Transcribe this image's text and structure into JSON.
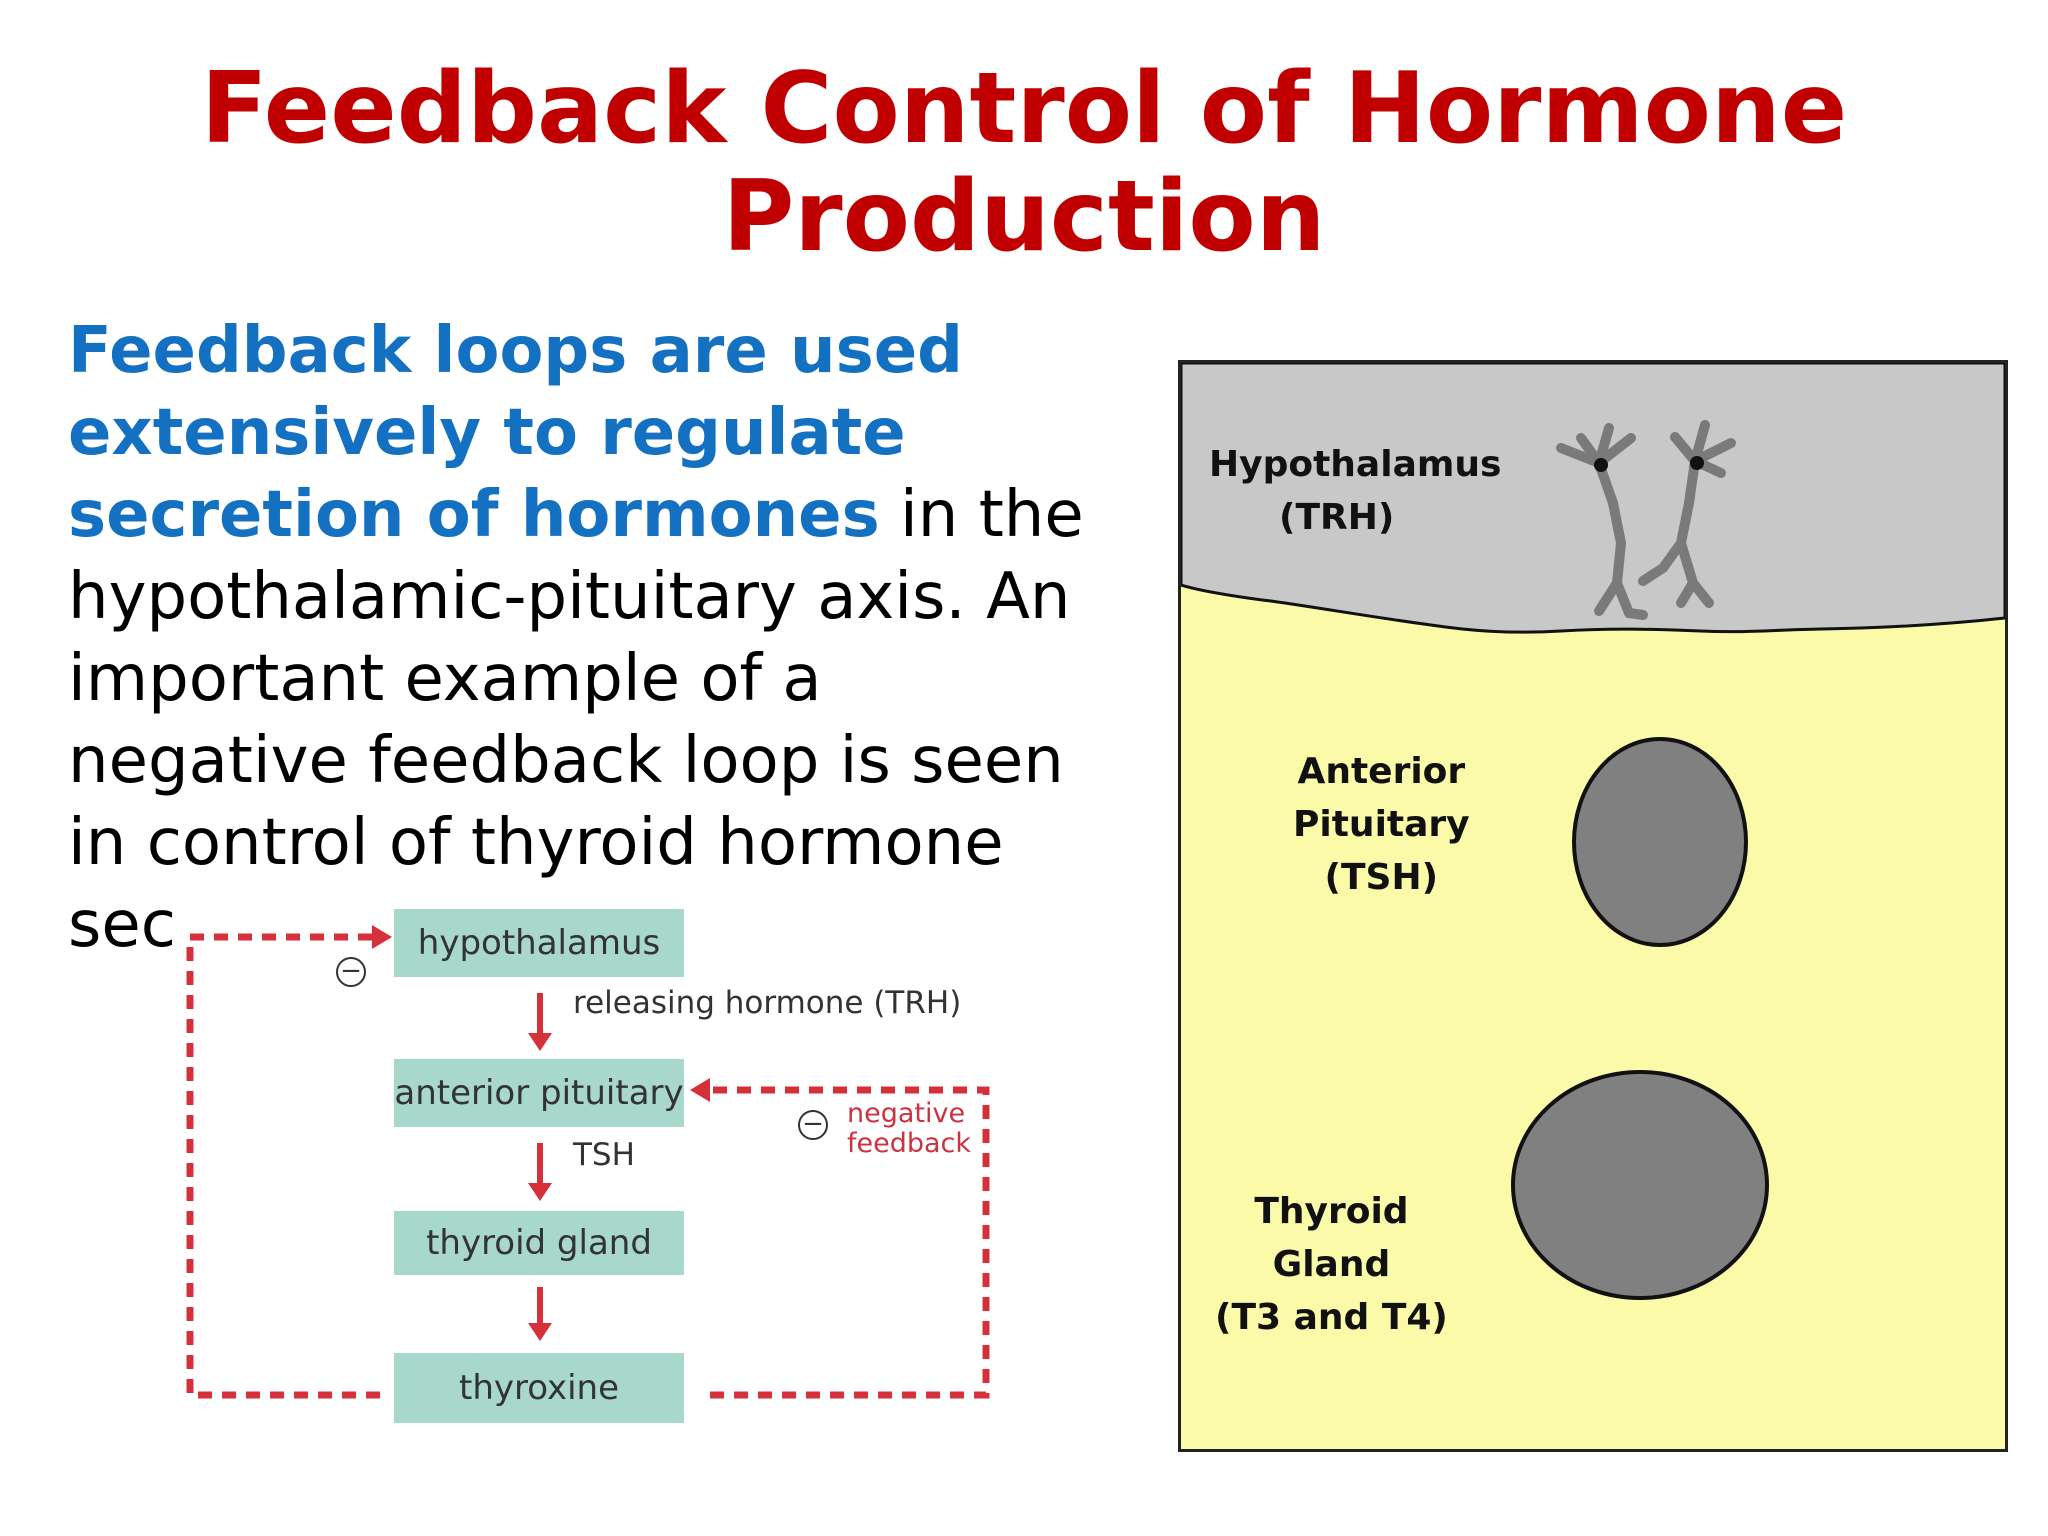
{
  "title": {
    "line1": "Feedback Control of Hormone",
    "line2": "Production"
  },
  "body": {
    "highlight": "Feedback loops are used extensively to regulate secretion of hormones",
    "rest": " in the hypothalamic-pituitary axis. An important example of a negative feedback loop is seen in control of thyroid hormone secretion."
  },
  "flow_diagram": {
    "boxes": {
      "hypothalamus": "hypothalamus",
      "anterior_pituitary": "anterior pituitary",
      "thyroid_gland": "thyroid gland",
      "thyroxine": "thyroxine"
    },
    "arrows": {
      "trh": "releasing hormone (TRH)",
      "tsh": "TSH"
    },
    "negative_feedback": {
      "line1": "negative",
      "line2": "feedback",
      "minus": "−"
    },
    "colors": {
      "box_fill": "#a8d8cc",
      "arrow": "#d6303a",
      "feedback_line": "#d6303a"
    }
  },
  "animation_panel": {
    "hypothalamus": {
      "line1": "Hypothalamus",
      "line2": "(TRH)"
    },
    "anterior_pituitary": {
      "line1": "Anterior",
      "line2": "Pituitary",
      "line3": "(TSH)"
    },
    "thyroid": {
      "line1": "Thyroid",
      "line2": "Gland",
      "line3": "(T3 and T4)"
    },
    "colors": {
      "top_region": "#c8c8c8",
      "background": "#fafaa8",
      "gland_fill": "#808080",
      "neuron": "#7a7a7a"
    }
  }
}
